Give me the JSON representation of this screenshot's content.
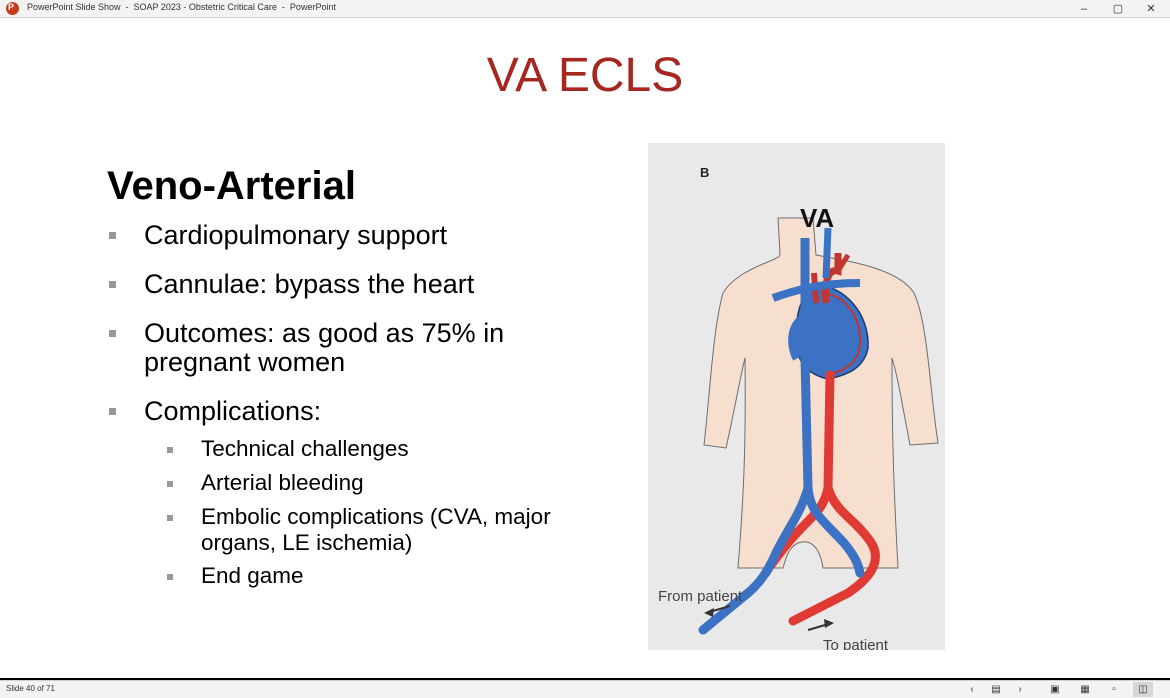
{
  "window": {
    "title": "PowerPoint Slide Show  -  SOAP 2023 - Obstetric Critical Care  -  PowerPoint",
    "app_icon_letter": "P"
  },
  "controls": {
    "minimize": "–",
    "maximize": "▢",
    "close": "✕"
  },
  "slide": {
    "title": "VA ECLS",
    "heading": "Veno-Arterial",
    "bullets": [
      "Cardiopulmonary support",
      "Cannulae: bypass the heart",
      "Outcomes: as good as 75% in",
      "pregnant women",
      "Complications:"
    ],
    "sub_bullets": [
      "Technical challenges",
      "Arterial bleeding",
      "Embolic complications (CVA, major",
      "organs, LE ischemia)",
      "End game"
    ],
    "figure": {
      "panel_label": "B",
      "mode_label": "VA",
      "from_label": "From patient",
      "to_label": "To patient"
    },
    "colors": {
      "title": "#a5271f",
      "vein": "#3b72c4",
      "artery": "#e03a35",
      "skin": "#f7dfcf"
    }
  },
  "status": {
    "slide_counter": "Slide 40 of 71",
    "prev_icon": "chevron-left-icon",
    "next_icon": "chevron-right-icon"
  }
}
